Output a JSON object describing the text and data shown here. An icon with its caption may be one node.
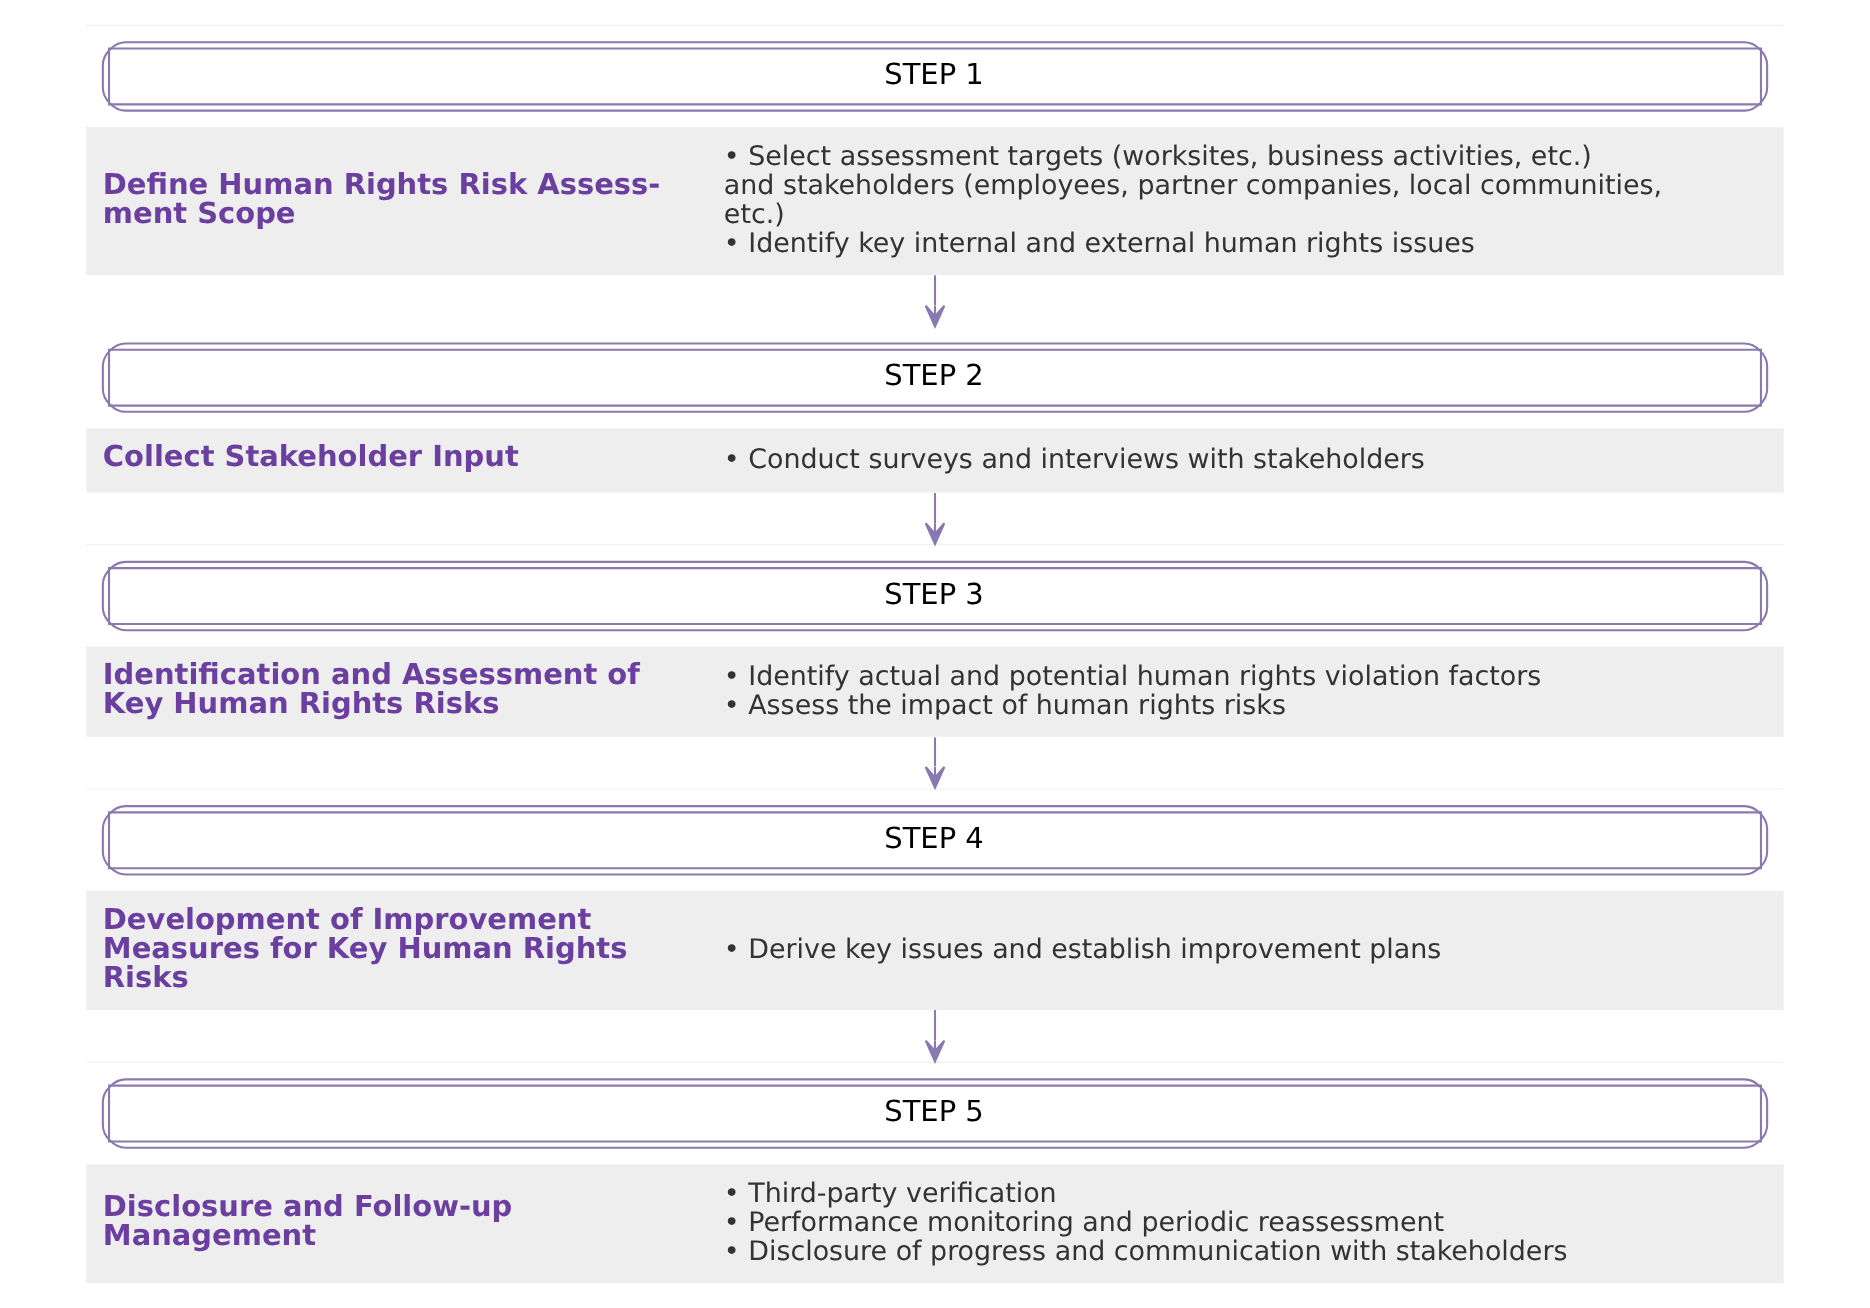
{
  "diagram": {
    "nodes": [
      {
        "text": [
          "STEP 1",
          "Define Human Rights Risk Assess-ment Scope",
          "• Select assessment targets (worksites, business activities, etc.) and stakeholders (employees, partner companies, local communities, etc.)",
          "• Identify key internal and external human rights issues"
        ]
      },
      {
        "text": [
          "STEP 2",
          "Collect Stakeholder Input",
          "• Conduct surveys and interviews with stakeholders"
        ]
      },
      {
        "text": [
          "STEP 3",
          "Identification and Assessment of Key Human Rights Risks",
          "• Identify actual and potential human rights violation factors",
          "• Assess the impact of human rights risks"
        ]
      },
      {
        "text": [
          "STEP 4",
          "Development of Improvement Measures for Key Human Rights Risks",
          "• Derive key issues and establish improvement plans"
        ]
      },
      {
        "text": [
          "STEP 5",
          "Disclosure and Follow-up Management",
          "• Third-party verification",
          "• Performance monitoring and periodic reassessment",
          "• Disclosure of progress and communication with stakeholders"
        ]
      }
    ],
    "edges": [
      {
        "from": 0,
        "to": 1,
        "arrow": "to"
      },
      {
        "from": 1,
        "to": 2,
        "arrow": "to"
      },
      {
        "from": 2,
        "to": 3,
        "arrow": "to"
      },
      {
        "from": 3,
        "to": 4,
        "arrow": "to"
      }
    ]
  }
}
